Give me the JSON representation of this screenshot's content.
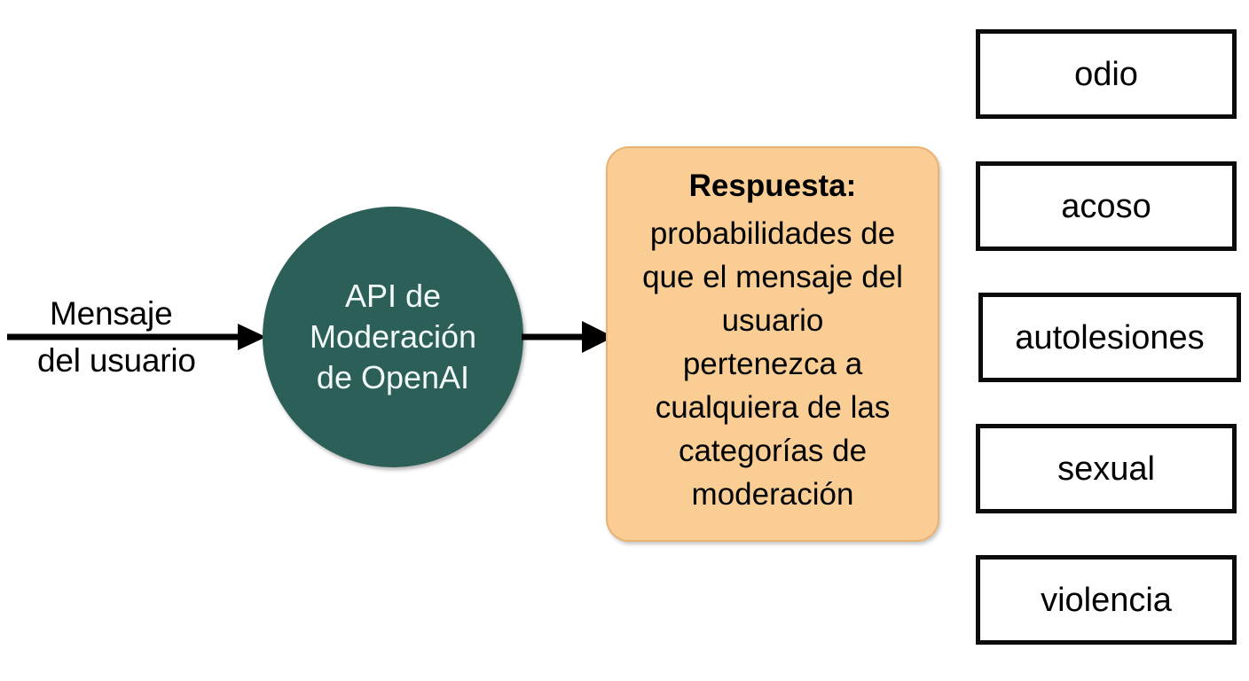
{
  "diagram": {
    "background_color": "#ffffff",
    "input": {
      "label_line1": "Mensaje",
      "label_line2": "del usuario",
      "arrow_name": "input-arrow"
    },
    "process": {
      "label": "API de\nModeración\nde OpenAI",
      "fill_color": "#2c5f58",
      "text_color": "#f2fbfa"
    },
    "mid_arrow": {
      "name": "process-to-response-arrow"
    },
    "response": {
      "title": "Respuesta:",
      "body": "probabilidades de\nque el mensaje del\nusuario\npertenezca a\ncualquiera de las\ncategorías de\nmoderación",
      "fill_color": "#f9cd93",
      "border_color": "#e8b273"
    },
    "categories": {
      "border_color": "#0b0b0b",
      "fill_color": "#ffffff",
      "items": [
        {
          "label": "odio"
        },
        {
          "label": "acoso"
        },
        {
          "label": "autolesiones"
        },
        {
          "label": "sexual"
        },
        {
          "label": "violencia"
        }
      ]
    }
  }
}
